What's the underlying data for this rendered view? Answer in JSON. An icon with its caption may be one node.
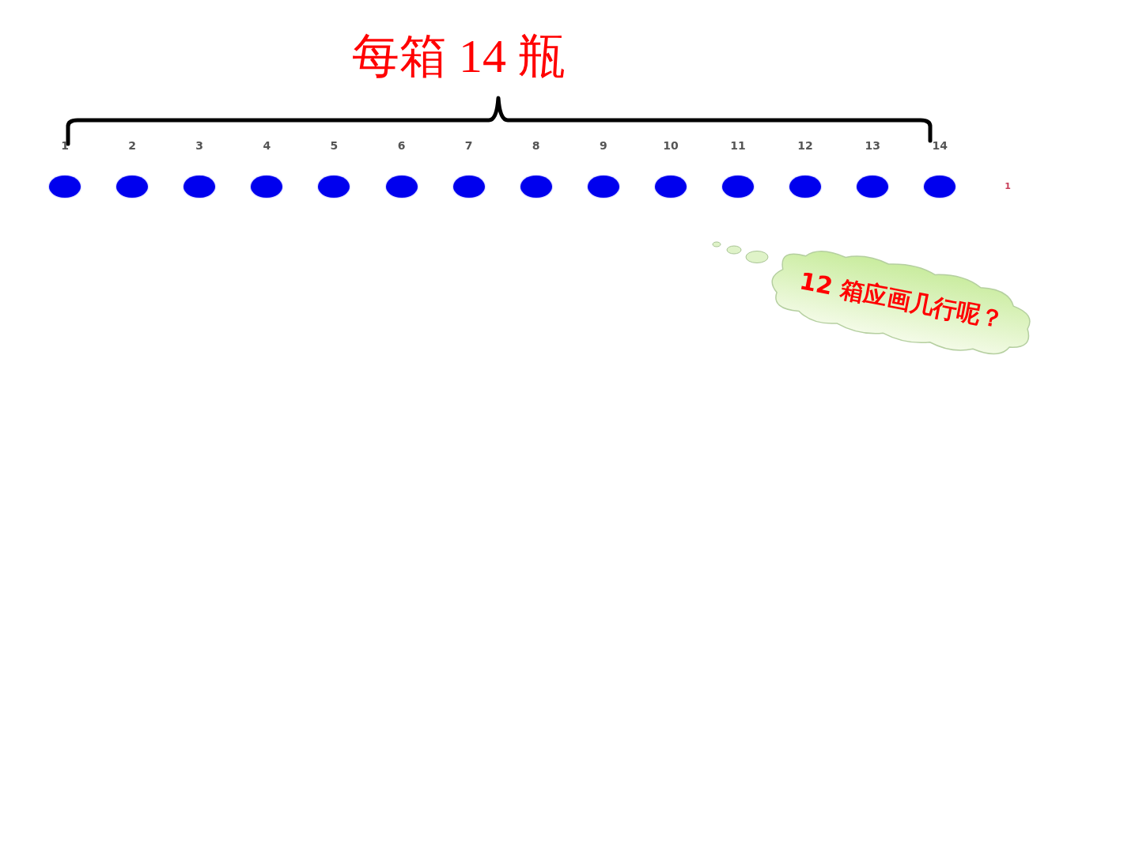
{
  "diagram": {
    "title": "每箱 14 瓶",
    "nodes": [
      {
        "text": [],
        "shape": "circle",
        "beside": [
          "1"
        ]
      },
      {
        "text": [],
        "shape": "circle",
        "beside": [
          "2"
        ]
      },
      {
        "text": [],
        "shape": "circle",
        "beside": [
          "3"
        ]
      },
      {
        "text": [],
        "shape": "circle",
        "beside": [
          "4"
        ]
      },
      {
        "text": [],
        "shape": "circle",
        "beside": [
          "5"
        ]
      },
      {
        "text": [],
        "shape": "circle",
        "beside": [
          "6"
        ]
      },
      {
        "text": [],
        "shape": "circle",
        "beside": [
          "7"
        ]
      },
      {
        "text": [],
        "shape": "circle",
        "beside": [
          "8"
        ]
      },
      {
        "text": [],
        "shape": "circle",
        "beside": [
          "9"
        ]
      },
      {
        "text": [],
        "shape": "circle",
        "beside": [
          "10"
        ]
      },
      {
        "text": [],
        "shape": "circle",
        "beside": [
          "11"
        ]
      },
      {
        "text": [],
        "shape": "circle",
        "beside": [
          "12"
        ]
      },
      {
        "text": [],
        "shape": "circle",
        "beside": [
          "13"
        ]
      },
      {
        "text": [],
        "shape": "circle",
        "beside": [
          "14"
        ]
      },
      {
        "text": [
          "12 箱应画几行呢？"
        ]
      }
    ],
    "labels": [
      "1"
    ]
  }
}
